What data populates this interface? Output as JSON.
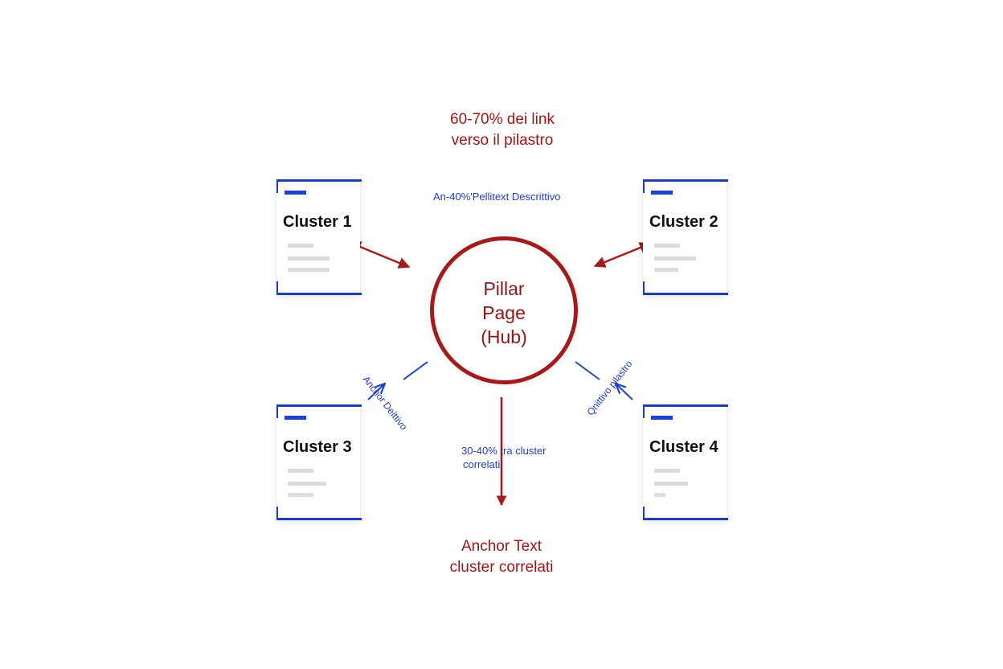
{
  "colors": {
    "accent_red": "#a31b1b",
    "accent_blue": "#1f44c7",
    "card_line": "#dcdcdc"
  },
  "hub": {
    "line1": "Pillar",
    "line2": "Page",
    "line3": "(Hub)"
  },
  "clusters": [
    {
      "label": "Cluster 1"
    },
    {
      "label": "Cluster 2"
    },
    {
      "label": "Cluster 3"
    },
    {
      "label": "Cluster 4"
    }
  ],
  "notes": {
    "top_line1": "60-70% dei link",
    "top_line2": "verso il pilastro",
    "top_blue": "An-40%'Pellitext Descrittivo",
    "bottom_line1": "Anchor Text",
    "bottom_line2": "cluster correlati",
    "center_blue_line1": "30-40% tra cluster",
    "center_blue_line2": "correlati",
    "left_diag": "Anchor Deittivo",
    "right_diag": "Qnittivo pilastro"
  }
}
